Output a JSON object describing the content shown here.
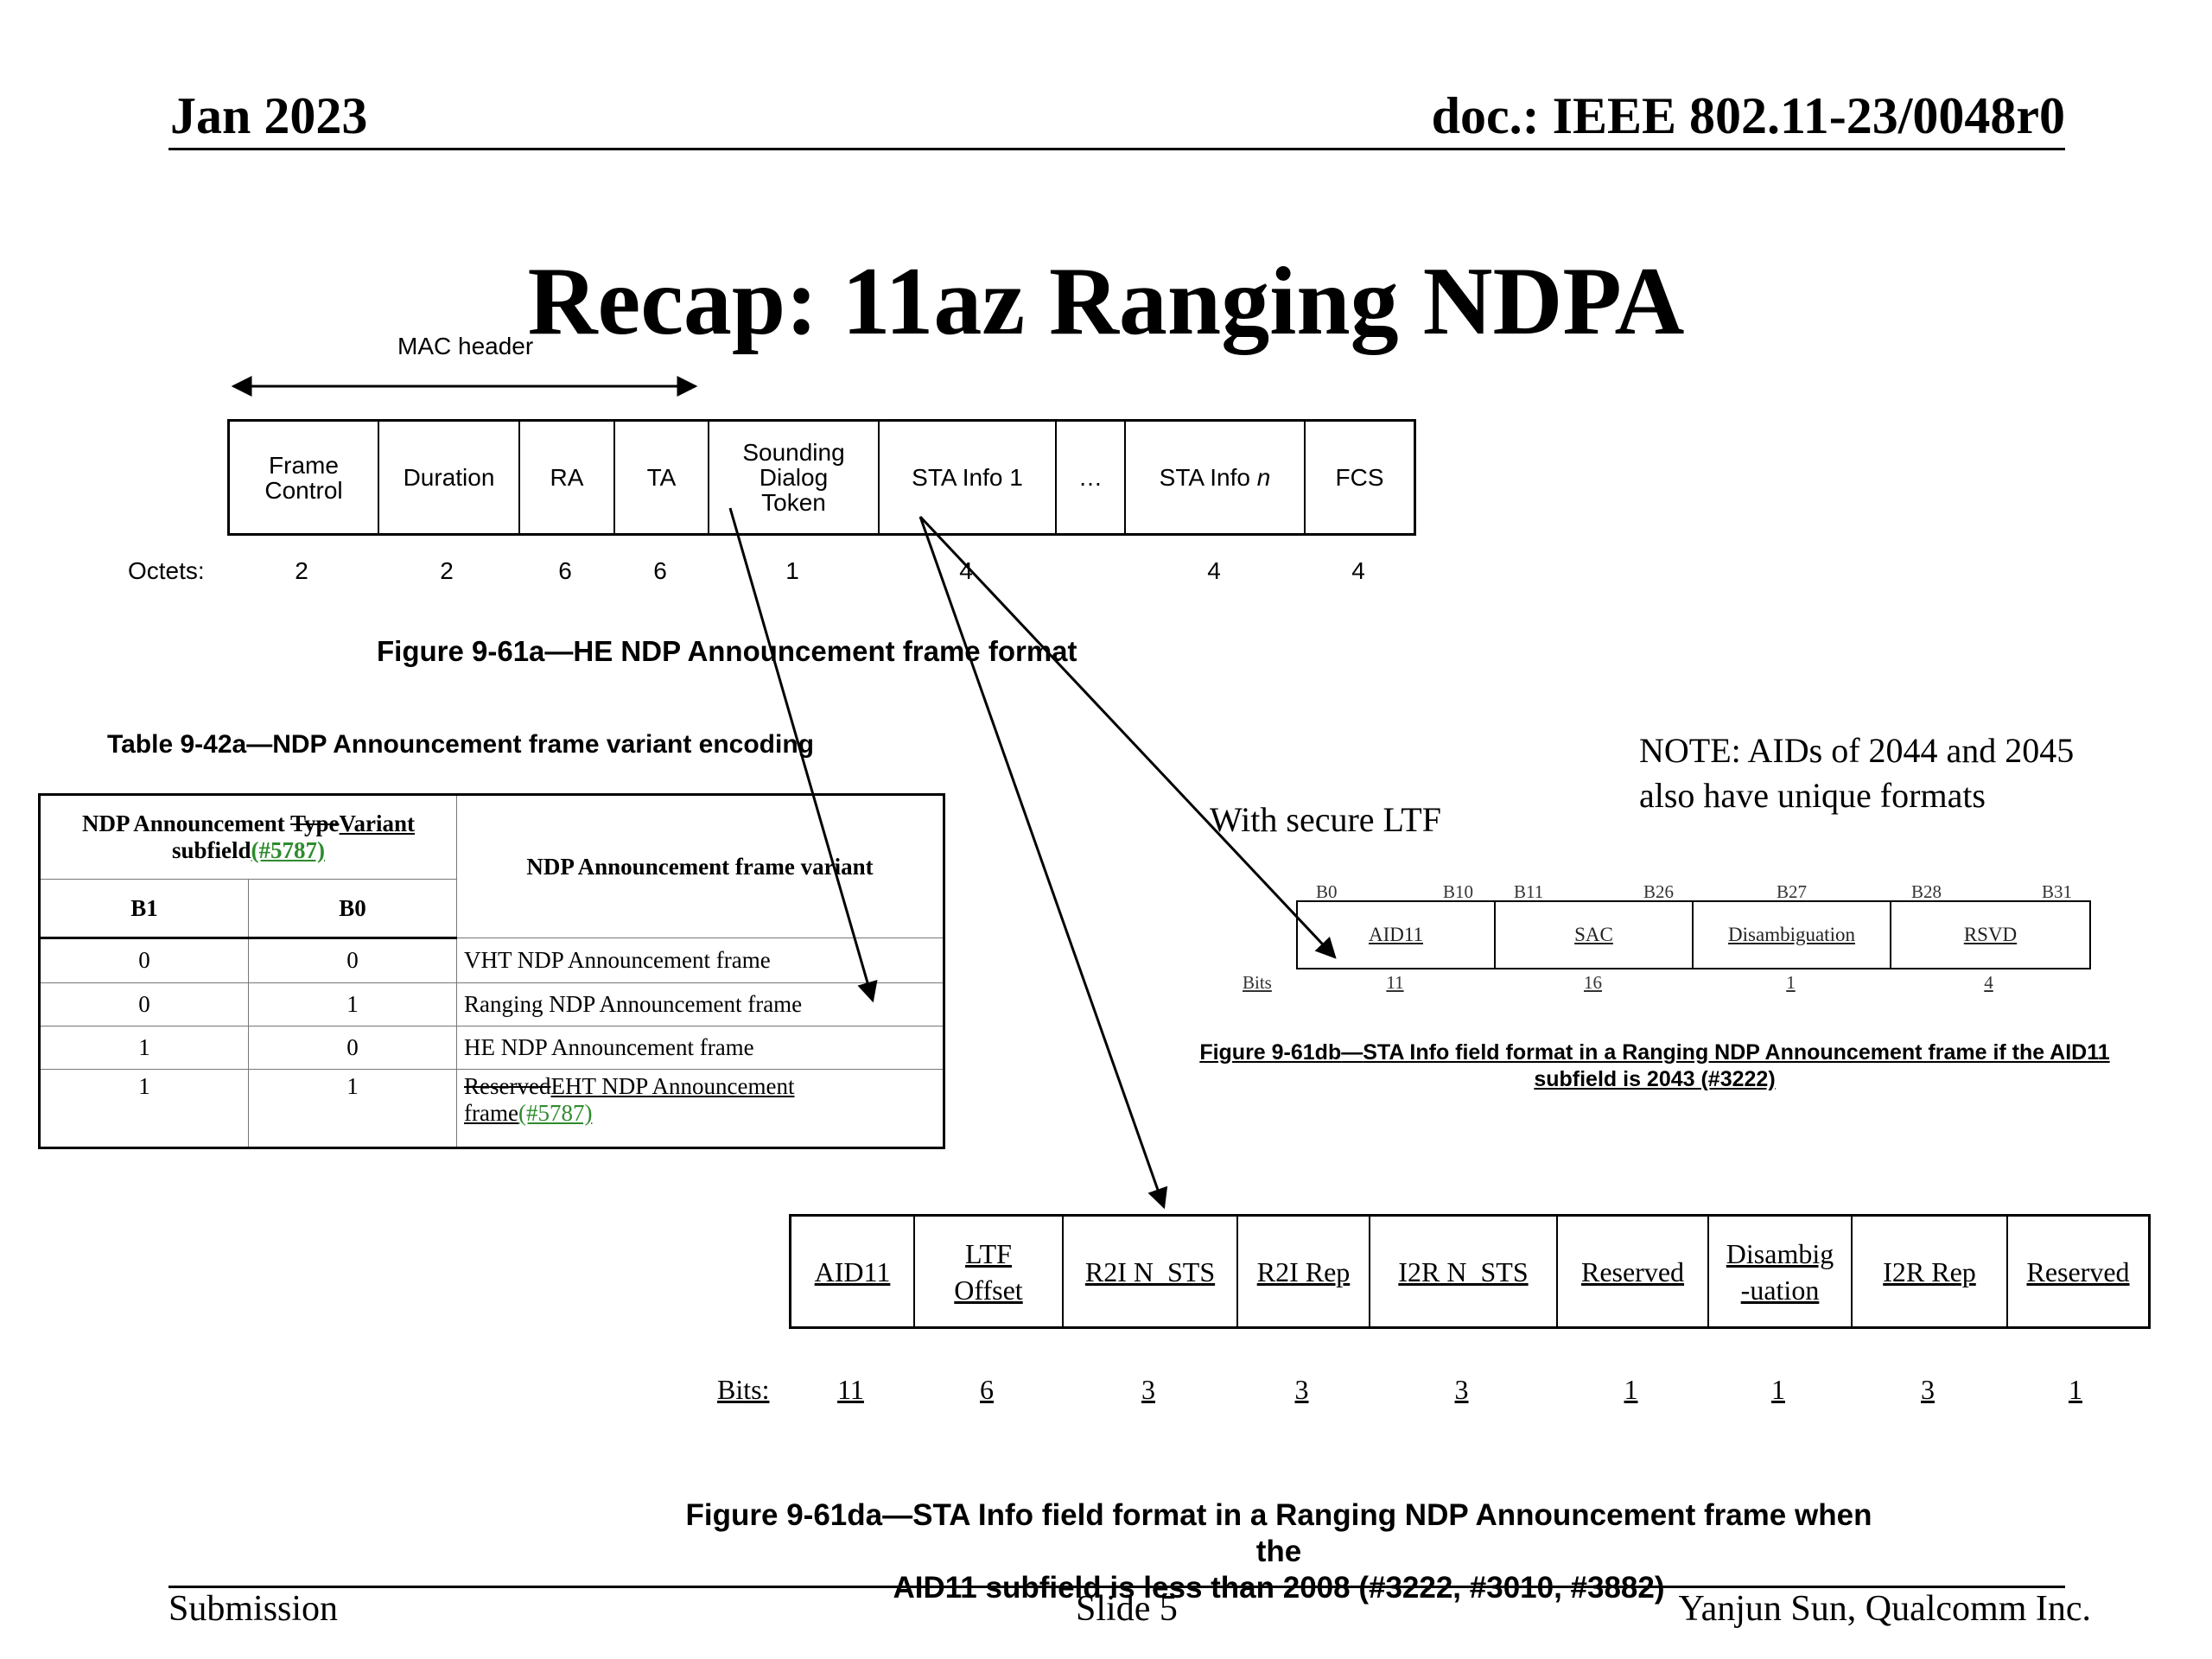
{
  "header": {
    "date": "Jan 2023",
    "doc": "doc.: IEEE 802.11-23/0048r0"
  },
  "title": "Recap: 11az Ranging NDPA",
  "fig_a": {
    "mac_header": "MAC header",
    "cells": [
      {
        "label": "Frame\nControl",
        "octets": "2"
      },
      {
        "label": "Duration",
        "octets": "2"
      },
      {
        "label": "RA",
        "octets": "6"
      },
      {
        "label": "TA",
        "octets": "6"
      },
      {
        "label": "Sounding\nDialog\nToken",
        "octets": "1"
      },
      {
        "label": "STA Info 1",
        "octets": "4"
      },
      {
        "label": "…",
        "octets": ""
      },
      {
        "label": "STA Info n",
        "octets": "4"
      },
      {
        "label": "FCS",
        "octets": "4"
      }
    ],
    "octets_label": "Octets:",
    "caption": "Figure 9-61a—HE NDP Announcement frame format"
  },
  "table42": {
    "caption": "Table 9-42a—NDP Announcement frame variant encoding",
    "hdr_subfield_a": "NDP Announcement ",
    "hdr_subfield_strike": "Type",
    "hdr_subfield_ul": "Variant",
    "hdr_subfield_b": "subfield",
    "hdr_subfield_ref": "(#5787)",
    "hdr_b1": "B1",
    "hdr_b0": "B0",
    "hdr_variant": "NDP Announcement frame variant",
    "rows": [
      {
        "b1": "0",
        "b0": "0",
        "v": "VHT NDP Announcement frame"
      },
      {
        "b1": "0",
        "b0": "1",
        "v": "Ranging NDP Announcement frame"
      },
      {
        "b1": "1",
        "b0": "0",
        "v": "HE NDP Announcement frame"
      }
    ],
    "last": {
      "b1": "1",
      "b0": "1",
      "strike": "Reserved",
      "ul1": "EHT NDP Announcement ",
      "ul2": "frame",
      "ref": "(#5787)"
    }
  },
  "note": {
    "line1": "NOTE: AIDs of 2044 and 2045",
    "line2": "also have unique formats"
  },
  "secure_ltf": "With secure LTF",
  "fig_db": {
    "bit_positions": [
      "B0",
      "B10",
      "B11",
      "B26",
      "B27",
      "B28",
      "B31"
    ],
    "cells": [
      {
        "label": "AID11",
        "bits": "11"
      },
      {
        "label": "SAC",
        "bits": "16"
      },
      {
        "label": "Disambiguation",
        "bits": "1"
      },
      {
        "label": "RSVD",
        "bits": "4"
      }
    ],
    "bits_label": "Bits",
    "caption_a": "Figure 9-61db",
    "caption_b": "—",
    "caption_c": "STA Info field format in a Ranging NDP Announcement frame if the AID11",
    "caption_d": "subfield is 2043 (#3222)"
  },
  "fig_da": {
    "cells": [
      {
        "l1": "AID11",
        "l2": "",
        "bits": "11"
      },
      {
        "l1": "LTF",
        "l2": "Offset",
        "bits": "6"
      },
      {
        "l1": "R2I N_STS",
        "l2": "",
        "bits": "3"
      },
      {
        "l1": "R2I Rep",
        "l2": "",
        "bits": "3"
      },
      {
        "l1": "I2R N_STS",
        "l2": "",
        "bits": "3"
      },
      {
        "l1": "Reserved",
        "l2": "",
        "bits": "1"
      },
      {
        "l1": "Disambig",
        "l2": "-uation",
        "bits": "1"
      },
      {
        "l1": "I2R Rep",
        "l2": "",
        "bits": "3"
      },
      {
        "l1": "Reserved",
        "l2": "",
        "bits": "1"
      }
    ],
    "bits_label": "Bits:",
    "caption1": "Figure 9-61da—STA Info field format in a Ranging NDP Announcement frame when the",
    "caption2": "AID11 subfield is less than 2008 (#3222, #3010, #3882)"
  },
  "footer": {
    "left": "Submission",
    "center": "Slide 5",
    "right": "Yanjun Sun, Qualcomm Inc."
  }
}
